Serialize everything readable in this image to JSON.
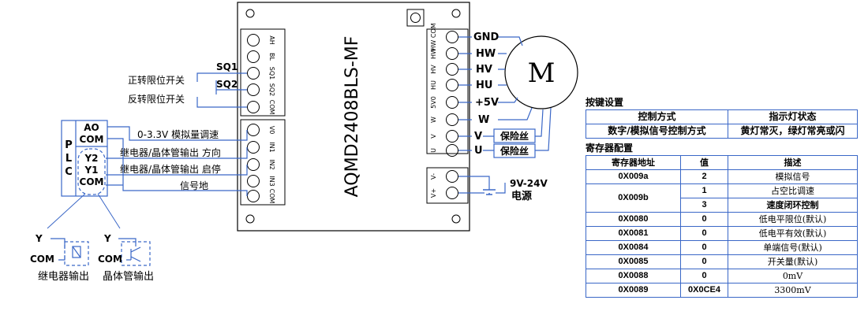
{
  "board": {
    "model": "AQMD2408BLS-MF"
  },
  "left_terminals": {
    "group1": [
      "AH",
      "BL",
      "SQ1",
      "SQ2",
      "COM"
    ],
    "group2": [
      "V0",
      "IN1",
      "IN2",
      "IN3",
      "COM"
    ]
  },
  "right_terminals": {
    "group1": [
      "HW COM",
      "HW",
      "HV",
      "HU",
      "5V0",
      "W",
      "V",
      "U"
    ],
    "group2": [
      "V-",
      "V+"
    ]
  },
  "motor": {
    "label": "M"
  },
  "right_labels": {
    "gnd": "GND",
    "hw": "HW",
    "hv": "HV",
    "hu": "HU",
    "p5v": "+5V",
    "w": "W",
    "v": "V",
    "u": "U"
  },
  "fuses": [
    "保险丝",
    "保险丝"
  ],
  "power": {
    "range": "9V-24V",
    "label": "电源"
  },
  "switches": {
    "sq1": "SQ1",
    "sq2": "SQ2",
    "forward": "正转限位开关",
    "reverse": "反转限位开关"
  },
  "plc": {
    "letters": [
      "P",
      "L",
      "C"
    ],
    "ao": "AO",
    "com1": "COM",
    "y2": "Y2",
    "y1": "Y1",
    "com2": "COM",
    "ao_label": "0-3.3V 模拟量调速",
    "y2_label": "继电器/晶体管输出 方向",
    "y1_label": "继电器/晶体管输出 启停",
    "gnd_label": "信号地"
  },
  "outputs": {
    "relay": {
      "y": "Y",
      "com": "COM",
      "label": "继电器输出"
    },
    "transistor": {
      "y": "Y",
      "com": "COM",
      "label": "晶体管输出"
    }
  },
  "key_settings": {
    "title": "按键设置",
    "headers": [
      "控制方式",
      "指示灯状态"
    ],
    "row": [
      "数字/模拟信号控制方式",
      "黄灯常灭，绿灯常亮或闪"
    ]
  },
  "register_config": {
    "title": "寄存器配置",
    "headers": [
      "寄存器地址",
      "值",
      "描述"
    ],
    "rows": [
      {
        "addr": "0X009a",
        "value": "2",
        "desc": "模拟信号"
      },
      {
        "addr": "0X009b",
        "value": "1",
        "desc": "占空比调速"
      },
      {
        "addr": "",
        "value": "3",
        "desc": "速度闭环控制"
      },
      {
        "addr": "0X0080",
        "value": "0",
        "desc": "低电平限位(默认)"
      },
      {
        "addr": "0X0081",
        "value": "0",
        "desc": "低电平有效(默认)"
      },
      {
        "addr": "0X0084",
        "value": "0",
        "desc": "单端信号(默认)"
      },
      {
        "addr": "0X0085",
        "value": "0",
        "desc": "开关量(默认)"
      },
      {
        "addr": "0X0088",
        "value": "0",
        "desc": "0mV"
      },
      {
        "addr": "0X0089",
        "value": "0X0CE4",
        "desc": "3300mV"
      }
    ]
  },
  "colors": {
    "line": "#3a67c7",
    "table_border": "#3a67c7",
    "ink": "#000000"
  }
}
